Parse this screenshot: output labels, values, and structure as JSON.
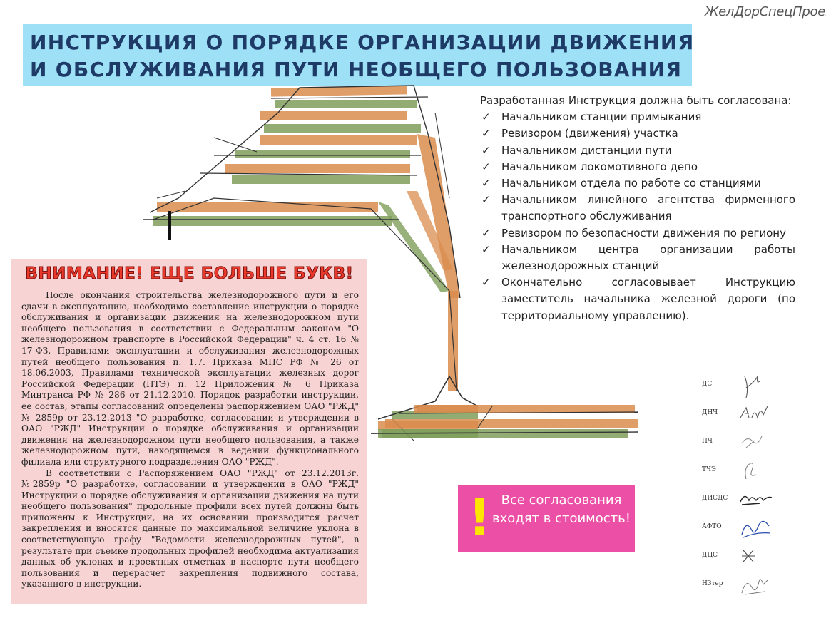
{
  "logo": {
    "text": "ЖелДорСпецПроект"
  },
  "title": {
    "line1": "ИНСТРУКЦИЯ О ПОРЯДКЕ ОРГАНИЗАЦИИ ДВИЖЕНИЯ",
    "line2": "И ОБСЛУЖИВАНИЯ ПУТИ НЕОБЩЕГО ПОЛЬЗОВАНИЯ"
  },
  "approval": {
    "intro": "Разработанная Инструкция должна быть согласована:",
    "items": [
      "Начальником станции примыкания",
      "Ревизором (движения) участка",
      "Начальником дистанции пути",
      "Начальником локомотивного депо",
      "Начальником отдела по работе со станциями",
      "Начальником линейного агентства фирменного транспортного обслуживания",
      "Ревизором по безопасности движения по региону",
      "Начальником центра организации работы железнодорожных станций",
      "Окончательно согласовывает Инструкцию заместитель начальника железной дороги (по территориальному управлению)."
    ]
  },
  "attention": {
    "title": "ВНИМАНИЕ! ЕЩЕ БОЛЬШЕ БУКВ!",
    "paragraph1": "После окончания строительства железнодорожного пути и его сдачи в эксплуатацию, необходимо составление инструкции о порядке обслуживания и организации движения на железнодорожном пути необщего пользования в соответствии с Федеральным законом \"О железнодорожном транспорте в Российской Федерации\" ч. 4 ст. 16 № 17-ФЗ, Правилами эксплуатации и обслуживания железнодорожных путей необщего пользования п. 1.7. Приказа МПС РФ № 26 от 18.06.2003, Правилами технической эксплуатации железных дорог Российской Федерации (ПТЭ) п. 12 Приложения № 6 Приказа Минтранса РФ № 286 от 21.12.2010. Порядок разработки инструкции, ее состав, этапы согласований определены распоряжением ОАО \"РЖД\" № 2859р от 23.12.2013 \"О разработке, согласовании и утверждении в ОАО \"РЖД\" Инструкции о порядке обслуживания и организации движения на железнодорожном пути необщего пользования, а также железнодорожном пути, находящемся в ведении функционального филиала или структурного подразделения ОАО \"РЖД\".",
    "paragraph2": "В соответствии с Распоряжением ОАО \"РЖД\" от 23.12.2013г. №2859р \"О разработке, согласовании и утверждении в ОАО \"РЖД\" Инструкции о порядке обслуживания и организации движения на пути необщего пользования\" продольные профили всех путей должны быть приложены к Инструкции, на их основании производится расчет закрепления и вносятся данные по максимальной величине уклона в соответствующую графу \"Ведомости железнодорожных путей\", в результате при съемке продольных профилей необходима актуализация данных об уклонах и проектных отметках в паспорте пути необщего пользования и перерасчет закрепления подвижного состава, указанного в инструкции."
  },
  "promo": {
    "exclamation": "!",
    "text": "Все согласования входят в стоимость!"
  },
  "signatures": [
    "ДС",
    "ДНЧ",
    "ПЧ",
    "ТЧЭ",
    "ДИСДС",
    "АФТО",
    "ДЦС",
    "НЗтер"
  ],
  "colors": {
    "title_bg": "#9ee0f6",
    "title_text": "#1e3a66",
    "attention_bg": "#f7d3d3",
    "attention_title": "#e8392b",
    "promo_bg": "#ec4fa6",
    "promo_excl": "#ffe600",
    "track_orange": "#d98c4e",
    "track_green": "#7f9e5a"
  }
}
